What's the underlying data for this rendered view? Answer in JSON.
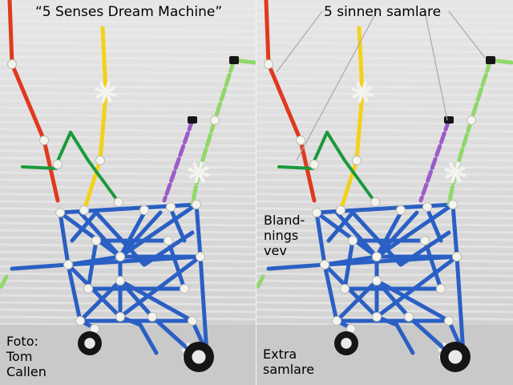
{
  "left_panel": {
    "title": "“5 Senses Dream Machine”",
    "credit": "Foto:\nTom\nCallen"
  },
  "right_panel": {
    "title": "5 sinnen samlare",
    "crank_label": "Bland-\nnings\nvev",
    "extra_label": "Extra\nsamlare"
  },
  "colors": {
    "frame": "#2a5fc4",
    "red": "#e0391e",
    "yellow": "#f2d21a",
    "green_dark": "#1a9a3c",
    "green_light": "#8fd86a",
    "purple": "#9b5cc8",
    "connector": "#f4f4ee",
    "wheel": "#151515"
  }
}
